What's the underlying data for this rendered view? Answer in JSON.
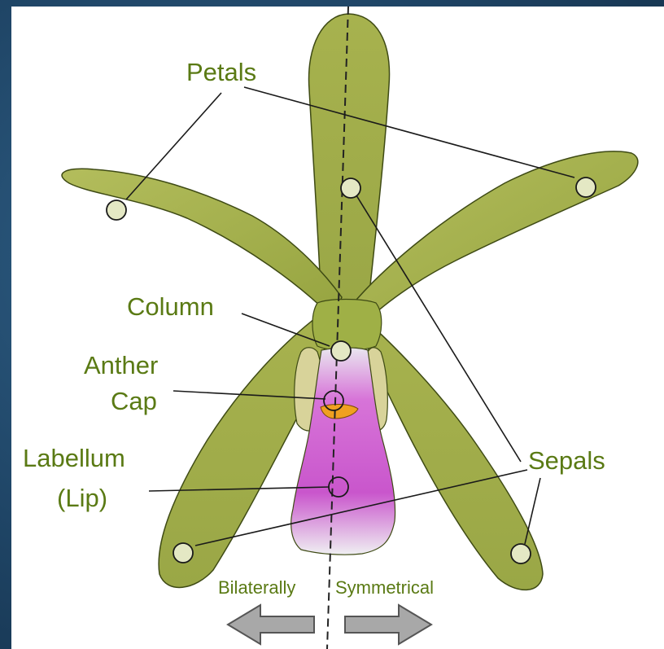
{
  "labels": {
    "petals": "Petals",
    "column": "Column",
    "anther_line1": "Anther",
    "anther_line2": "Cap",
    "labellum_line1": "Labellum",
    "labellum_line2": "(Lip)",
    "sepals": "Sepals",
    "symmetry_left": "Bilaterally",
    "symmetry_right": "Symmetrical"
  },
  "colors": {
    "label_green": "#5a7a14",
    "petal_green": "#a4b04c",
    "lip_magenta": "#d060d0",
    "anther_orange": "#f0a020",
    "arrow_gray": "#9a9a9a",
    "frame_blue": "#1f4566"
  }
}
